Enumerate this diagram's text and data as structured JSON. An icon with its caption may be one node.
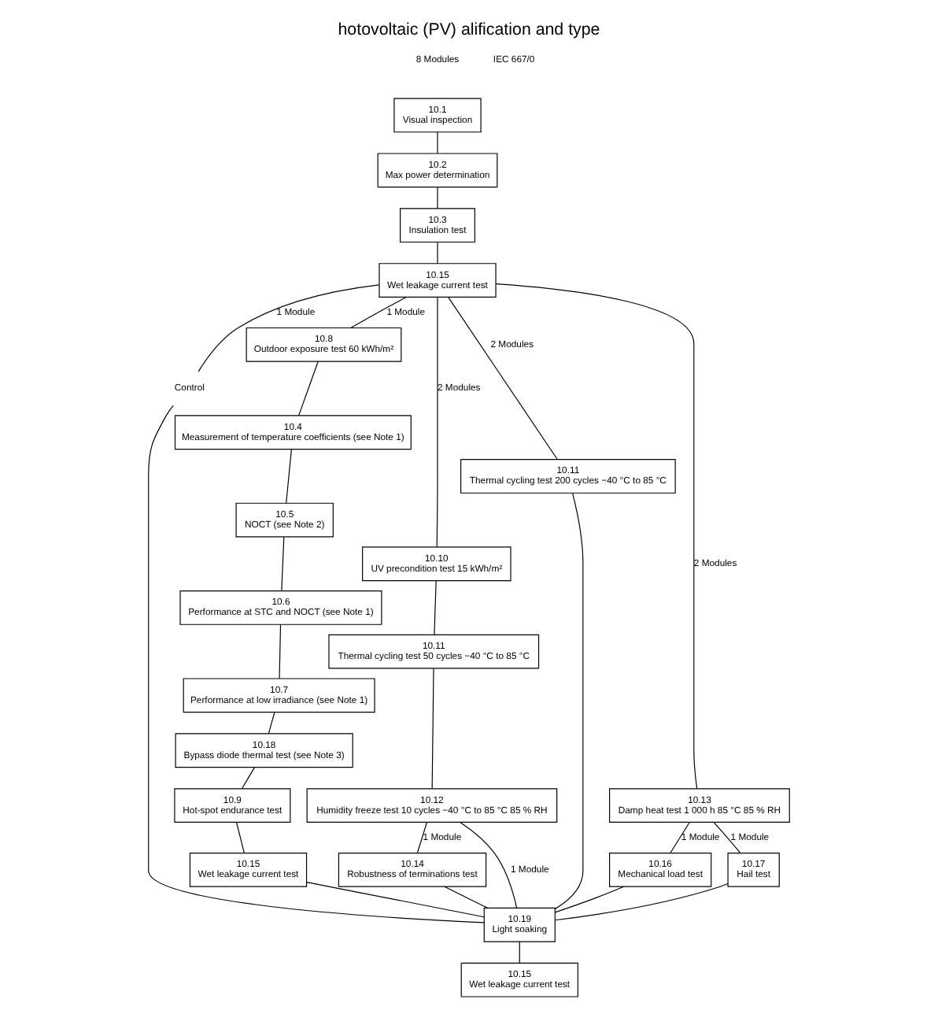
{
  "diagram": {
    "title": "hotovoltaic (PV) alification and type",
    "nodes": [
      {
        "text": [
          "10.1",
          "Visual inspection"
        ]
      },
      {
        "text": [
          "10.2",
          "Max power determination"
        ]
      },
      {
        "text": [
          "10.3",
          "Insulation test"
        ]
      },
      {
        "text": [
          "10.15",
          "Wet leakage current test"
        ]
      },
      {
        "text": [
          "Control"
        ]
      },
      {
        "text": [
          "10.8",
          "Outdoor exposure test 60 kWh/m²"
        ]
      },
      {
        "text": [
          "10.4",
          "Measurement of temperature coefficients (see Note 1)"
        ]
      },
      {
        "text": [
          "10.5",
          "NOCT (see Note 2)"
        ]
      },
      {
        "text": [
          "10.6",
          "Performance at STC and NOCT (see Note 1)"
        ]
      },
      {
        "text": [
          "10.7",
          "Performance at low irradiance (see Note 1)"
        ]
      },
      {
        "text": [
          "10.18",
          "Bypass diode thermal test (see Note 3)"
        ]
      },
      {
        "text": [
          "10.9",
          "Hot-spot endurance test"
        ]
      },
      {
        "text": [
          "10.15",
          "Wet leakage current test"
        ]
      },
      {
        "text": [
          "10.10",
          "UV precondition test 15 kWh/m²"
        ]
      },
      {
        "text": [
          "10.11",
          "Thermal cycling test 50 cycles −40 °C to 85 °C"
        ]
      },
      {
        "text": [
          "10.12",
          "Humidity freeze test 10 cycles −40 °C to 85 °C 85 % RH"
        ]
      },
      {
        "text": [
          "10.14",
          "Robustness of terminations test"
        ]
      },
      {
        "text": [
          "10.11",
          "Thermal cycling test 200 cycles −40 °C to 85 °C"
        ]
      },
      {
        "text": [
          "10.13",
          "Damp heat test 1 000 h 85 °C 85 % RH"
        ]
      },
      {
        "text": [
          "10.16",
          "Mechanical load test"
        ]
      },
      {
        "text": [
          "10.17",
          "Hail test"
        ]
      },
      {
        "text": [
          "10.19",
          "Light soaking"
        ]
      },
      {
        "text": [
          "10.15",
          "Wet leakage current test"
        ]
      }
    ],
    "edges": [
      {
        "from": 0,
        "to": 1,
        "arrow": "none"
      },
      {
        "from": 1,
        "to": 2,
        "arrow": "none"
      },
      {
        "from": 2,
        "to": 3,
        "arrow": "none"
      },
      {
        "from": 3,
        "to": 4,
        "arrow": "none",
        "label": "1 Module"
      },
      {
        "from": 3,
        "to": 5,
        "arrow": "none",
        "label": "1 Module"
      },
      {
        "from": 3,
        "to": 13,
        "arrow": "none",
        "label": "2 Modules"
      },
      {
        "from": 3,
        "to": 17,
        "arrow": "none",
        "label": "2 Modules"
      },
      {
        "from": 3,
        "to": 18,
        "arrow": "none",
        "label": "2 Modules"
      },
      {
        "from": 5,
        "to": 6,
        "arrow": "none"
      },
      {
        "from": 6,
        "to": 7,
        "arrow": "none"
      },
      {
        "from": 7,
        "to": 8,
        "arrow": "none"
      },
      {
        "from": 8,
        "to": 9,
        "arrow": "none"
      },
      {
        "from": 9,
        "to": 10,
        "arrow": "none"
      },
      {
        "from": 10,
        "to": 11,
        "arrow": "none"
      },
      {
        "from": 11,
        "to": 12,
        "arrow": "none"
      },
      {
        "from": 13,
        "to": 14,
        "arrow": "none"
      },
      {
        "from": 14,
        "to": 15,
        "arrow": "none"
      },
      {
        "from": 15,
        "to": 16,
        "arrow": "none",
        "label": "1 Module"
      },
      {
        "from": 15,
        "to": 21,
        "arrow": "none",
        "label": "1 Module"
      },
      {
        "from": 18,
        "to": 19,
        "arrow": "none",
        "label": "1 Module"
      },
      {
        "from": 18,
        "to": 20,
        "arrow": "none",
        "label": "1 Module"
      },
      {
        "from": 4,
        "to": 21,
        "arrow": "none"
      },
      {
        "from": 12,
        "to": 21,
        "arrow": "none"
      },
      {
        "from": 16,
        "to": 21,
        "arrow": "none"
      },
      {
        "from": 17,
        "to": 21,
        "arrow": "none"
      },
      {
        "from": 19,
        "to": 21,
        "arrow": "none"
      },
      {
        "from": 20,
        "to": 21,
        "arrow": "none"
      },
      {
        "from": 21,
        "to": 22,
        "arrow": "none"
      }
    ],
    "labels": [
      "8 Modules",
      "IEC 667/0"
    ]
  }
}
